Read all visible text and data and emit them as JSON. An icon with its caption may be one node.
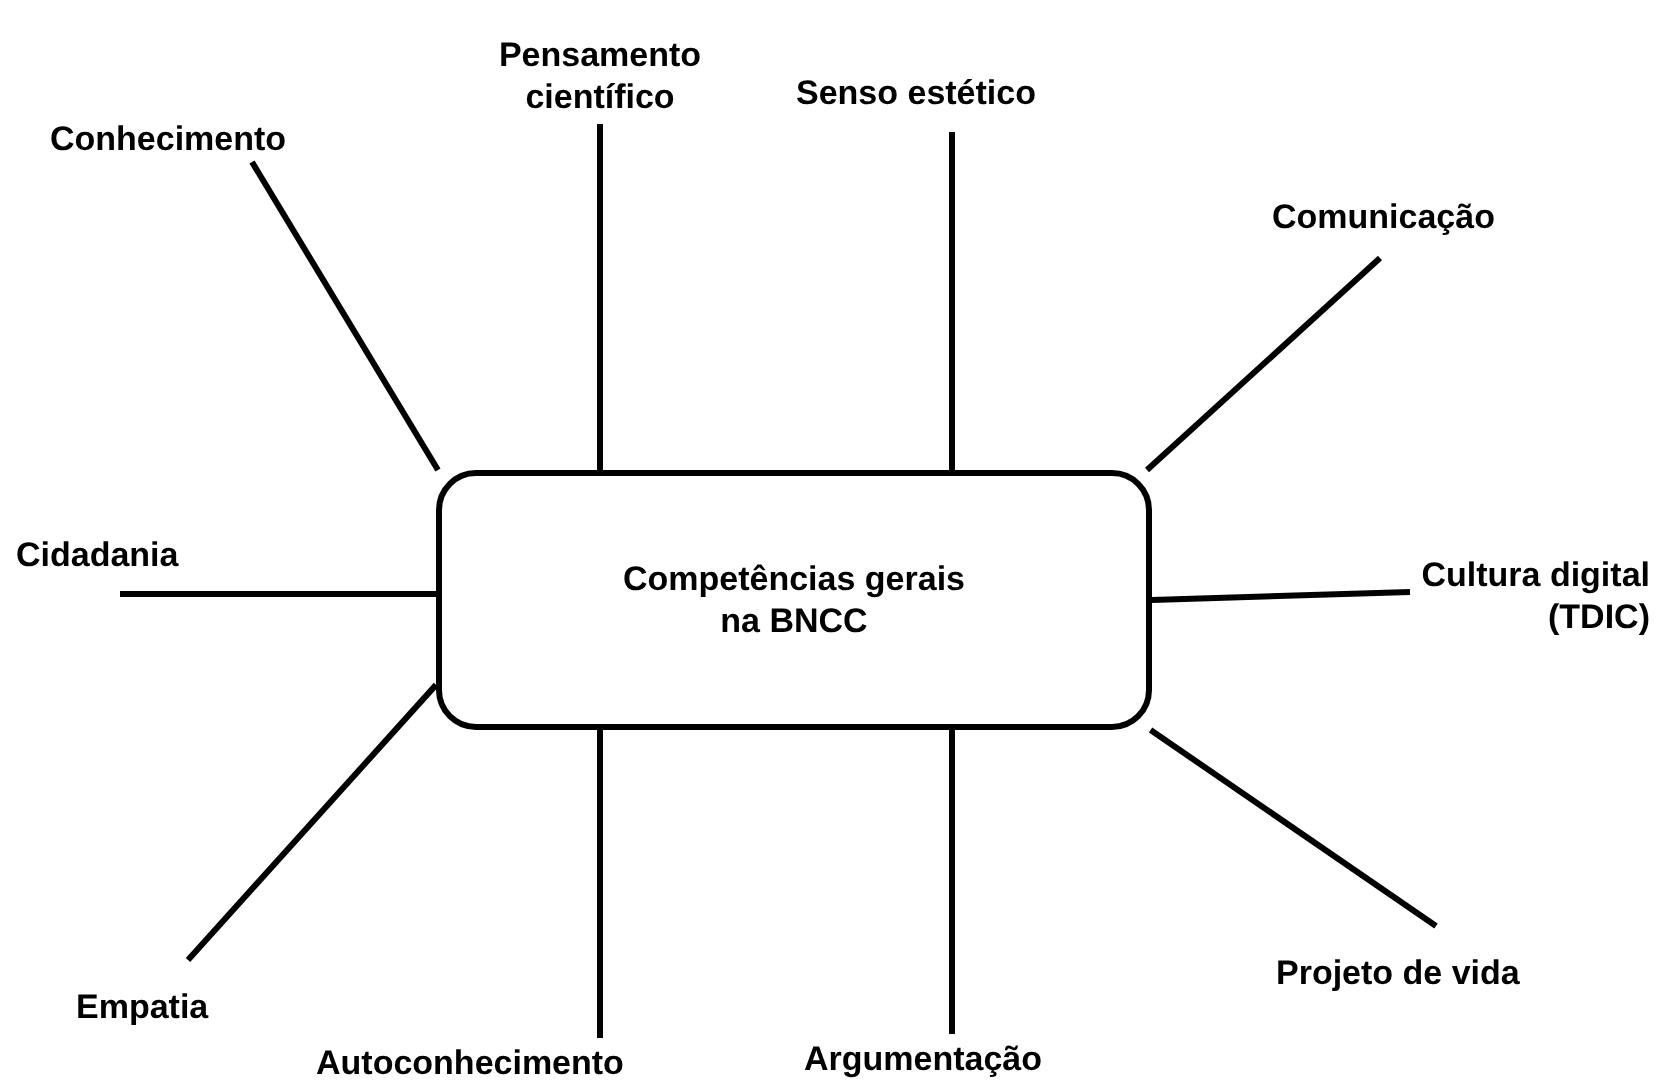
{
  "diagram": {
    "nodes": [
      {
        "text": [
          "Competências gerais na BNCC"
        ]
      },
      {
        "text": [
          "Pensamento científico"
        ]
      },
      {
        "text": [
          "Senso estético"
        ]
      },
      {
        "text": [
          "Conhecimento"
        ]
      },
      {
        "text": [
          "Comunicação"
        ]
      },
      {
        "text": [
          "Cidadania"
        ]
      },
      {
        "text": [
          "Cultura digital (TDIC)"
        ]
      },
      {
        "text": [
          "Projeto de vida"
        ]
      },
      {
        "text": [
          "Empatia"
        ]
      },
      {
        "text": [
          "Autoconhecimento"
        ]
      },
      {
        "text": [
          "Argumentação"
        ]
      }
    ],
    "edges": [
      {
        "from": 0,
        "to": 1,
        "arrow": "none"
      },
      {
        "from": 0,
        "to": 2,
        "arrow": "none"
      },
      {
        "from": 0,
        "to": 3,
        "arrow": "none"
      },
      {
        "from": 0,
        "to": 4,
        "arrow": "none"
      },
      {
        "from": 0,
        "to": 5,
        "arrow": "none"
      },
      {
        "from": 0,
        "to": 6,
        "arrow": "none"
      },
      {
        "from": 0,
        "to": 7,
        "arrow": "none"
      },
      {
        "from": 0,
        "to": 8,
        "arrow": "none"
      },
      {
        "from": 0,
        "to": 9,
        "arrow": "none"
      },
      {
        "from": 0,
        "to": 10,
        "arrow": "none"
      }
    ]
  }
}
